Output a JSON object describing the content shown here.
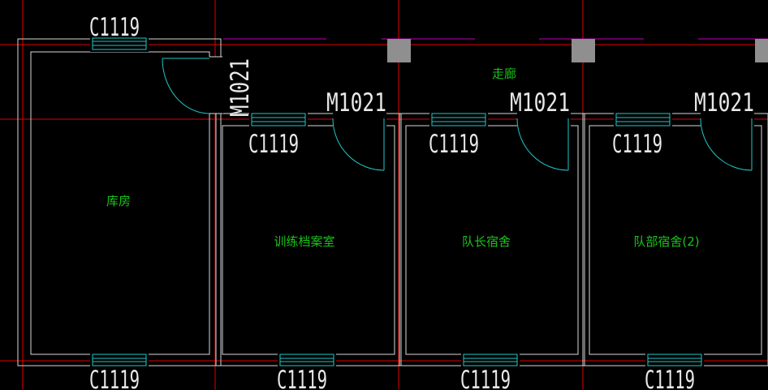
{
  "colors": {
    "background": "#000000",
    "axis_line": "#e00000",
    "wall_line": "#d8d8d8",
    "opening_line": "#1fc8c8",
    "room_label": "#19c419",
    "tag_text": "#e8e8e8",
    "column_fill": "#8f8f8f",
    "guide_line": "#c000c0"
  },
  "rooms": {
    "storage": "库房",
    "corridor": "走廊",
    "training_archive": "训练档案室",
    "captain_dorm": "队长宿舍",
    "team_dorm_2": "队部宿舍(2)"
  },
  "window_tags": {
    "top_storage": "C1119",
    "upper_1": "C1119",
    "upper_2": "C1119",
    "upper_3": "C1119",
    "bottom_1": "C1119",
    "bottom_2": "C1119",
    "bottom_3": "C1119",
    "bottom_4": "C1119"
  },
  "door_tags": {
    "storage_side": "M1021",
    "room_1": "M1021",
    "room_2": "M1021",
    "room_3": "M1021"
  }
}
